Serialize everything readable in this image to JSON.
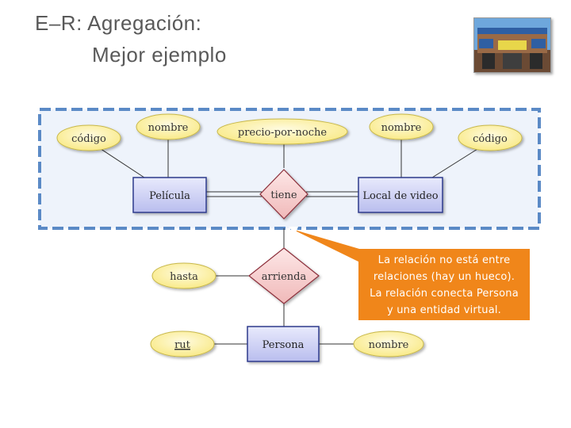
{
  "slide": {
    "title_line1": "E–R: Agregación:",
    "title_line2": "Mejor ejemplo"
  },
  "diagram": {
    "aggregation_box": {
      "entity_left": "Película",
      "relation": "tiene",
      "entity_right": "Local de video",
      "attr_left_1": "código",
      "attr_left_2": "nombre",
      "attr_relation": "precio-por-noche",
      "attr_right_1": "nombre",
      "attr_right_2": "código"
    },
    "relation_outer": "arrienda",
    "relation_outer_attr": "hasta",
    "entity_bottom": "Persona",
    "entity_bottom_key_attr": "rut",
    "entity_bottom_attr": "nombre"
  },
  "callout": {
    "line1": "La relación no está entre",
    "line2": "relaciones (hay un hueco).",
    "line3": "La relación conecta Persona",
    "line4": "y una entidad virtual."
  },
  "colors": {
    "title": "#595959",
    "aggregation_border": "#5b8ac6",
    "aggregation_fill": "#eef3fb",
    "entity_fill": "#c9cdf2",
    "relation_fill": "#f4cccc",
    "attribute_fill": "#fff3a8",
    "callout_fill": "#f0861a"
  }
}
